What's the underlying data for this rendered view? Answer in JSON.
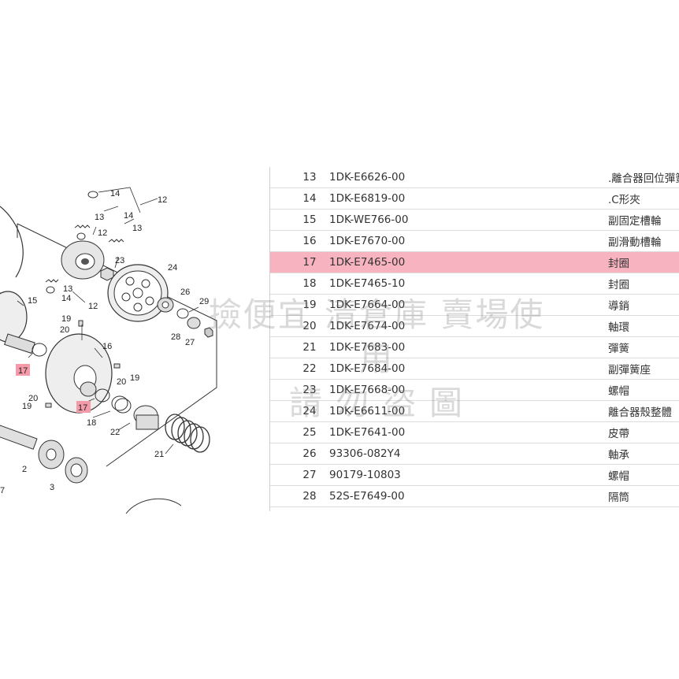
{
  "diagram": {
    "callouts": [
      "14",
      "12",
      "13",
      "14",
      "12",
      "13",
      "23",
      "13",
      "14",
      "12",
      "24",
      "15",
      "26",
      "29",
      "19",
      "20",
      "28",
      "27",
      "16",
      "17",
      "20",
      "19",
      "20",
      "19",
      "17",
      "18",
      "22",
      "21",
      "2",
      "3",
      "7"
    ]
  },
  "parts": [
    {
      "no": "13",
      "part_no": "1DK-E6626-00",
      "name": ".離合器回位彈簧"
    },
    {
      "no": "14",
      "part_no": "1DK-E6819-00",
      "name": ".C形夾"
    },
    {
      "no": "15",
      "part_no": "1DK-WE766-00",
      "name": "副固定槽輪"
    },
    {
      "no": "16",
      "part_no": "1DK-E7670-00",
      "name": "副滑動槽輪"
    },
    {
      "no": "17",
      "part_no": "1DK-E7465-00",
      "name": "封圈"
    },
    {
      "no": "18",
      "part_no": "1DK-E7465-10",
      "name": "封圈"
    },
    {
      "no": "19",
      "part_no": "1DK-E7664-00",
      "name": "導銷"
    },
    {
      "no": "20",
      "part_no": "1DK-E7674-00",
      "name": "軸環"
    },
    {
      "no": "21",
      "part_no": "1DK-E7683-00",
      "name": "彈簧"
    },
    {
      "no": "22",
      "part_no": "1DK-E7684-00",
      "name": "副彈簧座"
    },
    {
      "no": "23",
      "part_no": "1DK-E7668-00",
      "name": "螺帽"
    },
    {
      "no": "24",
      "part_no": "1DK-E6611-00",
      "name": "離合器殼整體"
    },
    {
      "no": "25",
      "part_no": "1DK-E7641-00",
      "name": "皮帶"
    },
    {
      "no": "26",
      "part_no": "93306-082Y4",
      "name": "軸承"
    },
    {
      "no": "27",
      "part_no": "90179-10803",
      "name": "螺帽"
    },
    {
      "no": "28",
      "part_no": "52S-E7649-00",
      "name": "隔筒"
    }
  ],
  "watermark": {
    "line1": "撿便宜 清倉庫 賣場使用",
    "line2": "請 勿 盜 圖"
  },
  "colors": {
    "highlight": "#f7b3bf",
    "callout_box": "#f49aa8",
    "border": "#dcdcdc"
  }
}
